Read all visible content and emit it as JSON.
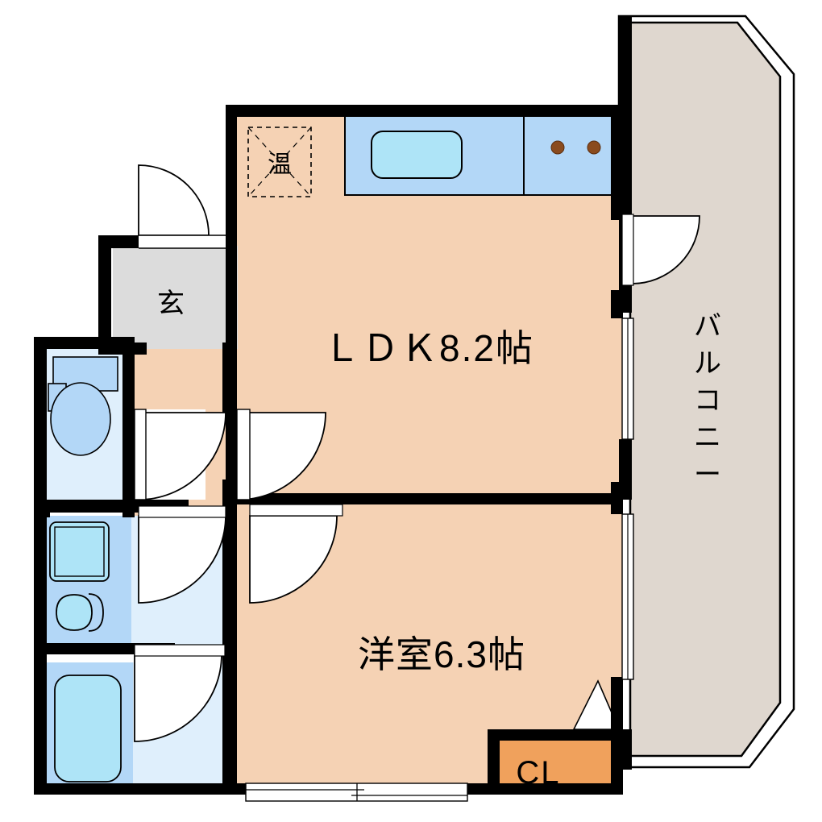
{
  "plan": {
    "title": "Japanese apartment floor plan (1LDK)",
    "rooms": [
      {
        "key": "ldk",
        "label": "ＬＤＫ8.2帖",
        "type": "living-dining-kitchen",
        "size_jo": 8.2
      },
      {
        "key": "washitsu",
        "label": "洋室6.3帖",
        "type": "western-room",
        "size_jo": 6.3
      },
      {
        "key": "closet",
        "label": "CL",
        "type": "closet"
      },
      {
        "key": "genkan",
        "label": "玄",
        "type": "entrance"
      },
      {
        "key": "balcony",
        "label": "バルコニー",
        "type": "balcony"
      },
      {
        "key": "heater",
        "label": "温",
        "type": "water-heater"
      }
    ],
    "fixtures": [
      {
        "key": "kitchen-sink",
        "label": "kitchen-sink"
      },
      {
        "key": "stove",
        "label": "two-burner-stove",
        "burners": 2
      },
      {
        "key": "toilet",
        "label": "toilet"
      },
      {
        "key": "washbasin",
        "label": "wash-basin"
      },
      {
        "key": "bathtub",
        "label": "bathtub"
      }
    ],
    "colors": {
      "wall": "#000000",
      "floor_ldk": "#f5d2b4",
      "floor_room": "#f5d2b4",
      "floor_genkan": "#dcdcdc",
      "floor_balcony": "#dfd7cf",
      "water_light": "#dfeffc",
      "water_mid": "#b3d7f7",
      "water_deep": "#aee4f7",
      "kitchen_counter": "#b3d7f7",
      "closet_fill": "#f0a15c",
      "burner": "#8a4b1e",
      "outline": "#000000",
      "door_fill": "#ffffff"
    },
    "balcony_text_chars": [
      "バ",
      "ル",
      "コ",
      "ニ",
      "ー"
    ]
  }
}
